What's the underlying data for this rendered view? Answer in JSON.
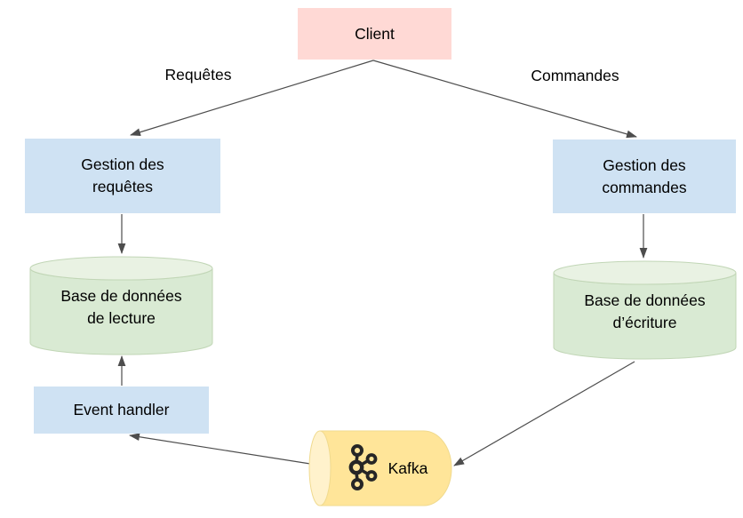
{
  "diagram": {
    "background_color": "#ffffff",
    "arrow_color": "#4d4d4d",
    "text_color": "#000000",
    "nodes": {
      "client": {
        "label": "Client",
        "shape": "rectangle",
        "fill": "#ffd9d5"
      },
      "gestion_requetes": {
        "lines": [
          "Gestion des",
          "requêtes"
        ],
        "shape": "rectangle",
        "fill": "#cfe2f3"
      },
      "gestion_commandes": {
        "lines": [
          "Gestion des",
          "commandes"
        ],
        "shape": "rectangle",
        "fill": "#cfe2f3"
      },
      "base_lecture": {
        "lines": [
          "Base de données",
          "de lecture"
        ],
        "shape": "cylinder",
        "fill": "#d9ead3",
        "top_fill": "#e9f2e3"
      },
      "base_ecriture": {
        "lines": [
          "Base de données",
          "d’écriture"
        ],
        "shape": "cylinder",
        "fill": "#d9ead3",
        "top_fill": "#e9f2e3"
      },
      "event_handler": {
        "label": "Event handler",
        "shape": "rectangle",
        "fill": "#cfe2f3"
      },
      "kafka": {
        "label": "Kafka",
        "shape": "horizontal-cylinder",
        "fill": "#ffe599",
        "cap_fill": "#fff2cc",
        "icon": "kafka-logo"
      }
    },
    "edge_labels": {
      "requetes": "Requêtes",
      "commandes": "Commandes"
    },
    "edges": [
      {
        "from": "client",
        "to": "gestion_requetes",
        "label": "Requêtes"
      },
      {
        "from": "client",
        "to": "gestion_commandes",
        "label": "Commandes"
      },
      {
        "from": "gestion_requetes",
        "to": "base_lecture",
        "label": ""
      },
      {
        "from": "gestion_commandes",
        "to": "base_ecriture",
        "label": ""
      },
      {
        "from": "event_handler",
        "to": "base_lecture",
        "label": ""
      },
      {
        "from": "kafka",
        "to": "event_handler",
        "label": ""
      },
      {
        "from": "base_ecriture",
        "to": "kafka",
        "label": ""
      }
    ]
  }
}
